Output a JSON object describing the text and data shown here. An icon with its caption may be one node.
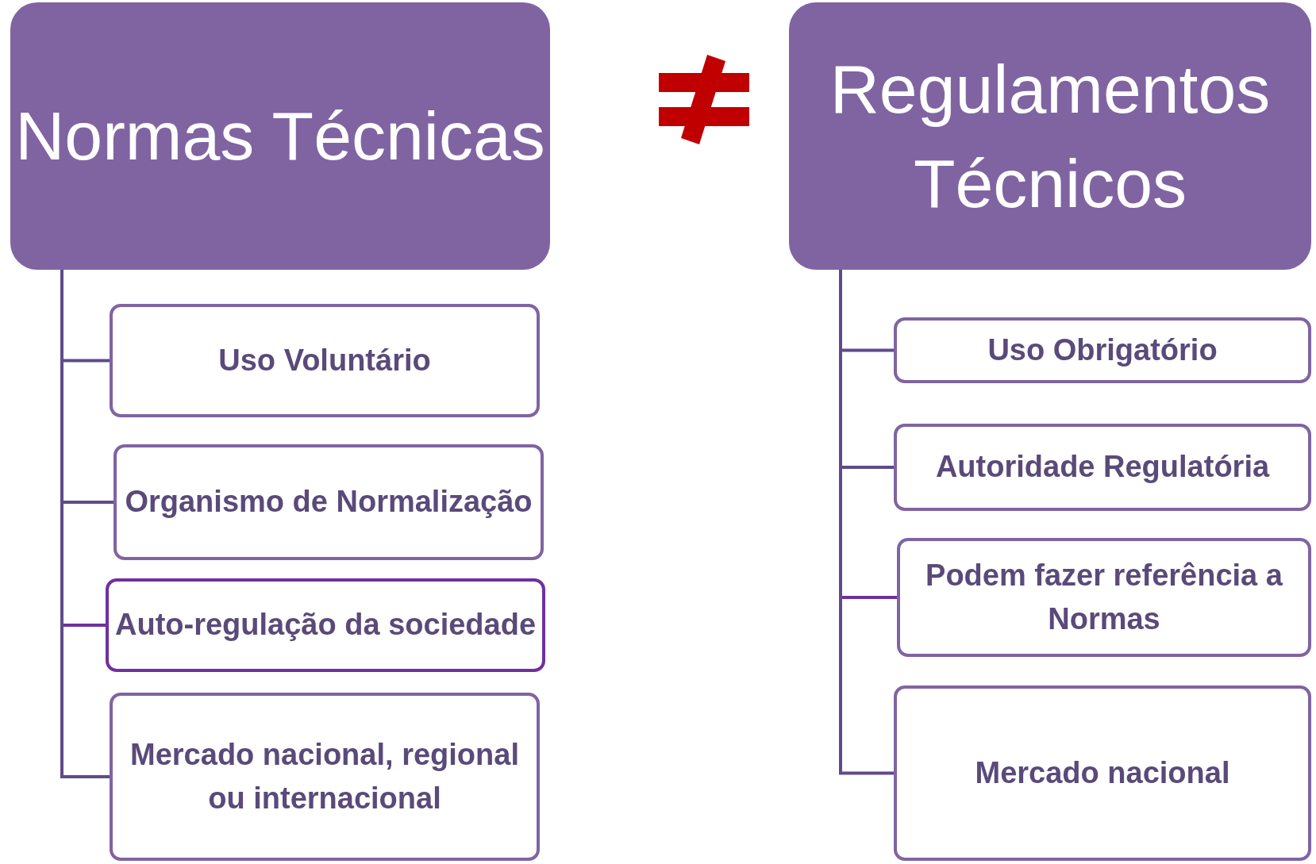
{
  "diagram": {
    "nodes": [
      {
        "text": [
          "Normas Técnicas"
        ]
      },
      {
        "text": [
          "Uso Voluntário"
        ]
      },
      {
        "text": [
          "Organismo de Normalização"
        ]
      },
      {
        "text": [
          "Auto-regulação da sociedade"
        ]
      },
      {
        "text": [
          "Mercado nacional, regional ou internacional"
        ]
      },
      {
        "text": [
          "Regulamentos Técnicos"
        ]
      },
      {
        "text": [
          "Uso Obrigatório"
        ]
      },
      {
        "text": [
          "Autoridade Regulatória"
        ]
      },
      {
        "text": [
          "Podem fazer referência a Normas"
        ]
      },
      {
        "text": [
          "Mercado nacional"
        ]
      }
    ],
    "edges": [
      {
        "from": 0,
        "to": 1,
        "arrow": "none"
      },
      {
        "from": 0,
        "to": 2,
        "arrow": "none"
      },
      {
        "from": 0,
        "to": 3,
        "arrow": "none",
        "color": "#7030a0"
      },
      {
        "from": 0,
        "to": 4,
        "arrow": "none"
      },
      {
        "from": 5,
        "to": 6,
        "arrow": "none"
      },
      {
        "from": 5,
        "to": 7,
        "arrow": "none"
      },
      {
        "from": 5,
        "to": 8,
        "arrow": "none",
        "color": "#7030a0"
      },
      {
        "from": 5,
        "to": 9,
        "arrow": "none"
      }
    ]
  }
}
